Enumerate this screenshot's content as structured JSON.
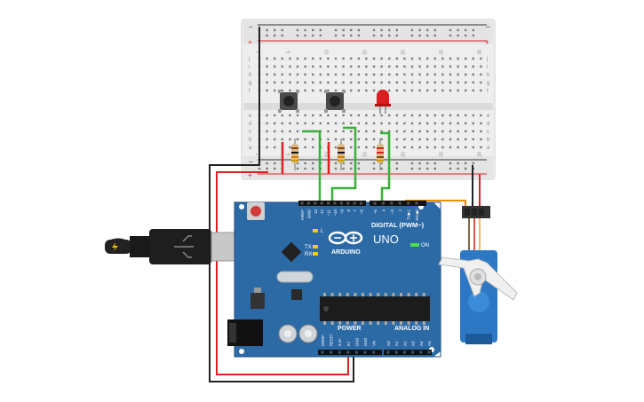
{
  "breadboard": {
    "columns": [
      "1",
      "5",
      "10",
      "15",
      "20",
      "25",
      "30"
    ],
    "rows_top": [
      "j",
      "i",
      "h",
      "g",
      "f"
    ],
    "rows_bottom": [
      "e",
      "d",
      "c",
      "b",
      "a"
    ],
    "rail_plus": "+",
    "rail_minus": "−"
  },
  "arduino": {
    "brand": "ARDUINO",
    "model": "UNO",
    "digital_label": "DIGITAL (PWM~)",
    "on_label": "ON",
    "power_label": "POWER",
    "analog_label": "ANALOG IN",
    "led_l": "L",
    "led_tx": "TX",
    "led_rx": "RX",
    "top_pins": [
      "AREF",
      "GND",
      "13",
      "12",
      "~11",
      "~10",
      "~9",
      "8",
      "7",
      "~6",
      "~5",
      "4",
      "~3",
      "2",
      "TX▶1",
      "RX◀0"
    ],
    "power_pins": [
      "IOREF",
      "RESET",
      "3.3V",
      "5V",
      "GND",
      "GND",
      "Vin"
    ],
    "analog_pins": [
      "A0",
      "A1",
      "A2",
      "A3",
      "A4",
      "A5"
    ]
  },
  "colors": {
    "board": "#2c6aa6",
    "board_dark": "#1d4f80",
    "breadboard": "#eeeeee",
    "wire_red": "#e02020",
    "wire_black": "#222222",
    "wire_green": "#3ab03a",
    "wire_orange": "#f08a00",
    "servo": "#2d78c4",
    "led": "#d81e1e"
  }
}
